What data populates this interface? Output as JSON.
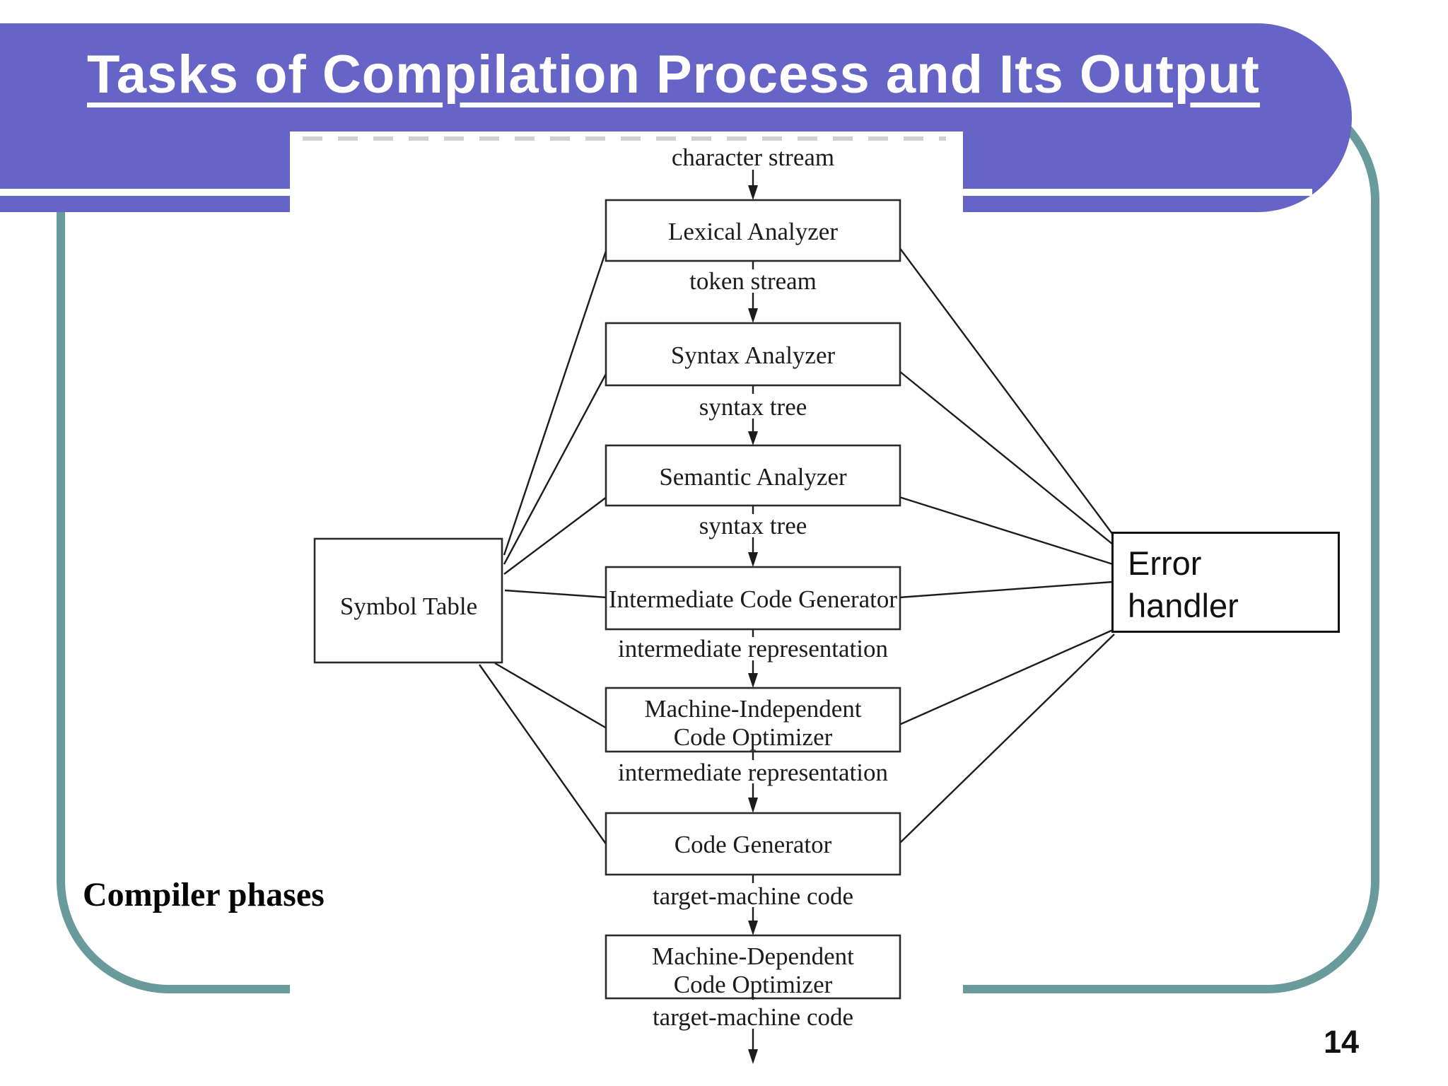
{
  "slide": {
    "title": "Tasks of Compilation Process and Its Output",
    "caption": "Compiler phases",
    "page_number": "14"
  },
  "colors": {
    "banner_purple": "#6764c8",
    "frame_teal": "#699b9c",
    "scan_ink": "#1c1c1c"
  },
  "diagram": {
    "stream_labels": [
      "character stream",
      "token stream",
      "syntax tree",
      "syntax tree",
      "intermediate representation",
      "intermediate representation",
      "target-machine code",
      "target-machine code"
    ],
    "phases": [
      {
        "line1": "Lexical Analyzer",
        "line2": ""
      },
      {
        "line1": "Syntax Analyzer",
        "line2": ""
      },
      {
        "line1": "Semantic Analyzer",
        "line2": ""
      },
      {
        "line1": "Intermediate Code Generator",
        "line2": ""
      },
      {
        "line1": "Machine-Independent",
        "line2": "Code Optimizer"
      },
      {
        "line1": "Code Generator",
        "line2": ""
      },
      {
        "line1": "Machine-Dependent",
        "line2": "Code Optimizer"
      }
    ],
    "symbol_table": {
      "label": "Symbol Table"
    },
    "error_handler": {
      "line1": "Error",
      "line2": "handler"
    }
  }
}
